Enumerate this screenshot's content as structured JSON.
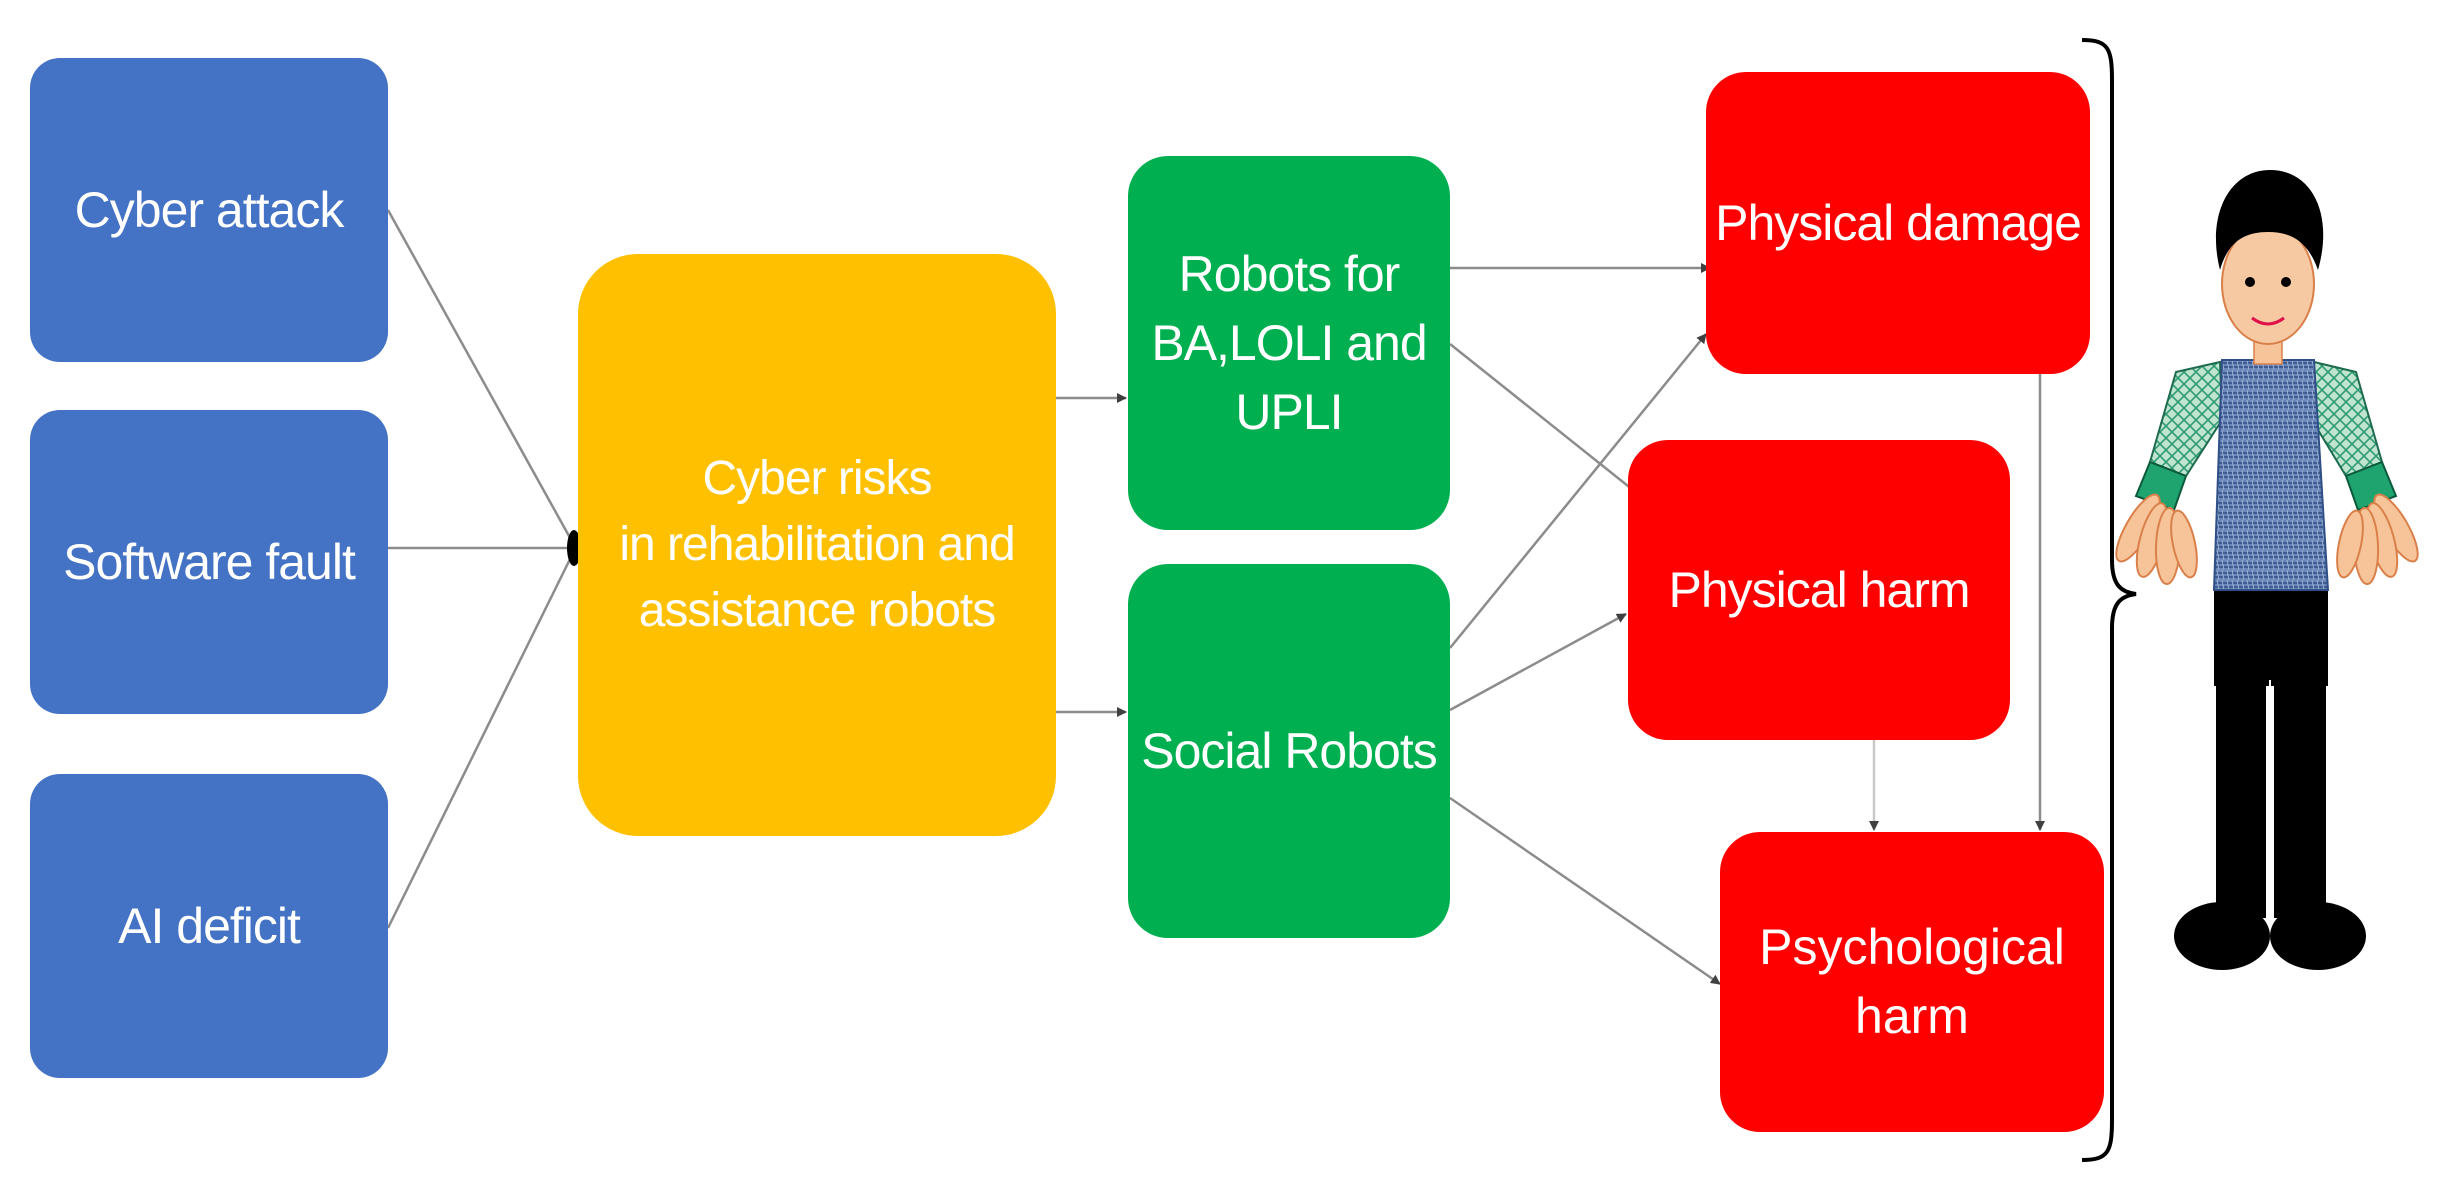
{
  "diagram": {
    "nodes": {
      "cyber_attack": "Cyber attack",
      "software_fault": "Software fault",
      "ai_deficit": "AI deficit",
      "cyber_risks": "Cyber risks\nin rehabilitation and\nassistance robots",
      "robots_ba": "Robots for\nBA,LOLI and\nUPLI",
      "social_robots": "Social Robots",
      "physical_damage": "Physical damage",
      "physical_harm": "Physical harm",
      "psychological_harm": "Psychological\nharm"
    },
    "colors": {
      "cause": "#4472c4",
      "risk": "#ffc000",
      "robot": "#00b050",
      "harm": "#ff0000",
      "connector": "#808080"
    },
    "icons": {
      "person": "person-figure-icon",
      "brace": "right-curly-brace-icon"
    }
  }
}
